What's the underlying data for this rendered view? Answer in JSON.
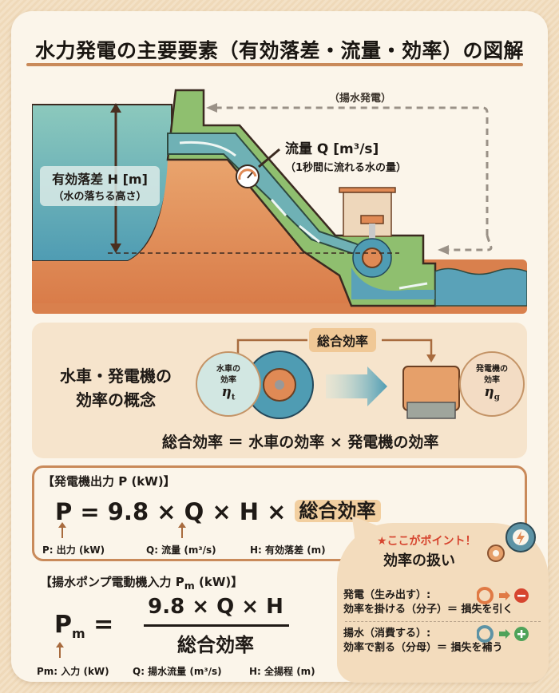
{
  "title": "水力発電の主要要素（有効落差・流量・効率）の図解",
  "scene": {
    "head_label": {
      "line1": "有効落差 H [m]",
      "line2": "（水の落ちる高さ）"
    },
    "flow_label": {
      "line1": "流量 Q [m³/s]",
      "line2": "（1秒間に流れる水の量）"
    },
    "pump_label": "（揚水発電）",
    "icons": [
      "dam",
      "penstock",
      "flow-meter-gauge",
      "turbine",
      "powerhouse",
      "pump-return-arrow"
    ]
  },
  "efficiency": {
    "title_line1": "水車・発電機の",
    "title_line2": "効率の概念",
    "chip": "総合効率",
    "turbine_bubble": {
      "line1": "水車の",
      "line2": "効率",
      "symbol": "η",
      "sub": "t"
    },
    "generator_bubble": {
      "line1": "発電機の",
      "line2": "効率",
      "symbol": "η",
      "sub": "g"
    },
    "formula": "総合効率 ＝ 水車の効率 × 発電機の効率"
  },
  "generator_output": {
    "title": "【発電機出力 P (kW)】",
    "equation_prefix": "P = 9.8 × Q × H × ",
    "equation_highlight": "総合効率",
    "vars": [
      "P: 出力 (kW)",
      "Q: 流量 (m³/s)",
      "H: 有効落差 (m)"
    ]
  },
  "pump_input": {
    "title_prefix": "【揚水ポンプ電動機入力 P",
    "title_sub": "m",
    "title_suffix": " (kW)】",
    "lhs": "P",
    "lhs_sub": "m",
    "equals": " = ",
    "numerator": "9.8 × Q × H",
    "denominator": "総合効率",
    "vars": [
      "Pm: 入力 (kW)",
      "Q: 揚水流量 (m³/s)",
      "H: 全揚程 (m)"
    ]
  },
  "point": {
    "star": "★ここがポイント！",
    "heading": "効率の扱い",
    "gen_line1": "発電（生み出す）:",
    "gen_line2": "効率を掛ける（分子）＝ 損失を引く",
    "pump_line1": "揚水（消費する）:",
    "pump_line2": "効率で割る（分母）＝ 損失を補う"
  },
  "colors": {
    "accent": "#c98a5a",
    "water": "#6fb1b5",
    "earth": "#e08a55",
    "dam": "#8fbf6f",
    "minus": "#d6452f",
    "plus": "#4fa35a"
  }
}
